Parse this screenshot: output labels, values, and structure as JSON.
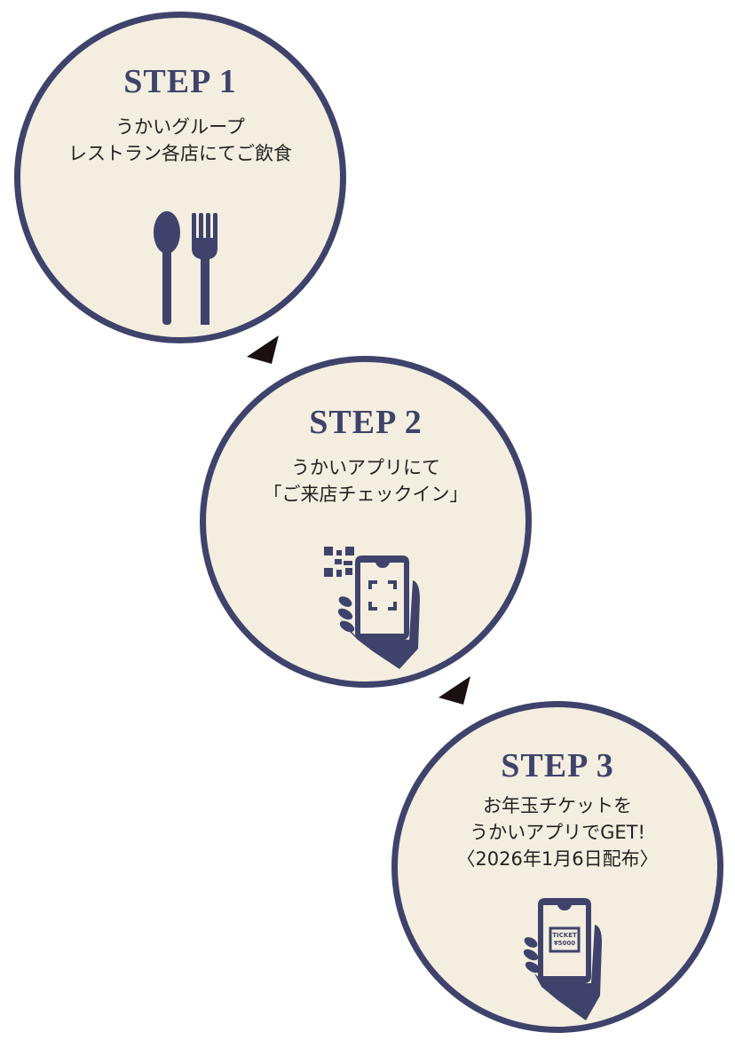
{
  "steps": [
    {
      "title": "STEP 1",
      "lines": [
        "うかいグループ",
        "レストラン各店にてご飲食"
      ],
      "icon": "spoon-fork-icon"
    },
    {
      "title": "STEP 2",
      "lines": [
        "うかいアプリにて",
        "「ご来店チェックイン」"
      ],
      "icon": "phone-qr-scan-icon"
    },
    {
      "title": "STEP 3",
      "lines": [
        "お年玉チケットを",
        "うかいアプリでGET!",
        "〈2026年1月6日配布〉"
      ],
      "icon": "phone-ticket-icon",
      "ticket_label": "TICKET",
      "ticket_value": "¥5000"
    }
  ],
  "colors": {
    "accent": "#3f436b",
    "fill": "#f3eedf",
    "arrow": "#1a1010"
  }
}
